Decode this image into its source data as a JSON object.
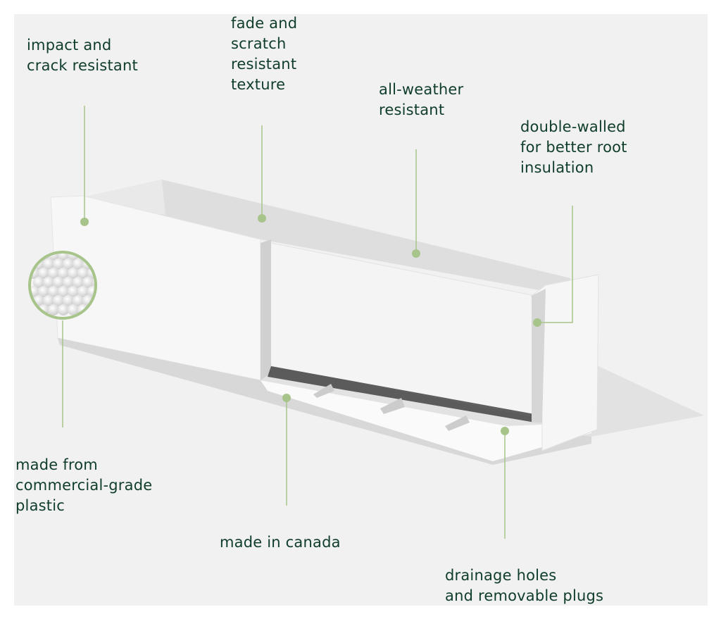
{
  "colors": {
    "text": "#0f3d2a",
    "leader": "#a7c48a",
    "panel": "#f1f1f1"
  },
  "callouts": [
    {
      "id": "impact",
      "text": "impact and\ncrack resistant"
    },
    {
      "id": "fade",
      "text": "fade and\nscratch\nresistant\ntexture"
    },
    {
      "id": "weather",
      "text": "all-weather\nresistant"
    },
    {
      "id": "double",
      "text": "double-walled\nfor better root\ninsulation"
    },
    {
      "id": "plastic",
      "text": "made from\ncommercial-grade\nplastic"
    },
    {
      "id": "canada",
      "text": "made in canada"
    },
    {
      "id": "drainage",
      "text": "drainage holes\nand removable plugs"
    }
  ]
}
